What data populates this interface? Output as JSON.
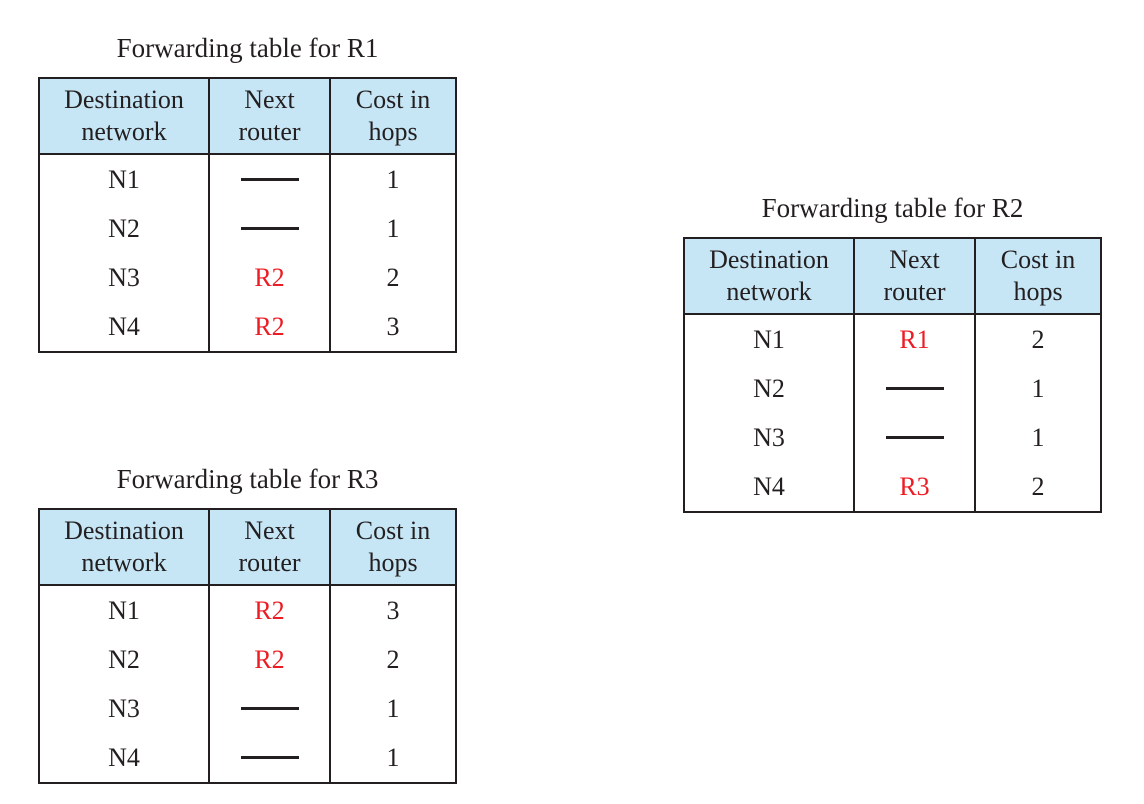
{
  "colors": {
    "header_bg": "#c6e6f5",
    "border": "#231f20",
    "text": "#231f20",
    "highlight": "#ec1c24",
    "page_bg": "#ffffff"
  },
  "tables": [
    {
      "title": "Forwarding table for R1",
      "headers": [
        {
          "line1": "Destination",
          "line2": "network"
        },
        {
          "line1": "Next",
          "line2": "router"
        },
        {
          "line1": "Cost in",
          "line2": "hops"
        }
      ],
      "rows": [
        {
          "destination": "N1",
          "next_router": null,
          "cost_in_hops": "1"
        },
        {
          "destination": "N2",
          "next_router": null,
          "cost_in_hops": "1"
        },
        {
          "destination": "N3",
          "next_router": "R2",
          "cost_in_hops": "2"
        },
        {
          "destination": "N4",
          "next_router": "R2",
          "cost_in_hops": "3"
        }
      ]
    },
    {
      "title": "Forwarding table for R2",
      "headers": [
        {
          "line1": "Destination",
          "line2": "network"
        },
        {
          "line1": "Next",
          "line2": "router"
        },
        {
          "line1": "Cost in",
          "line2": "hops"
        }
      ],
      "rows": [
        {
          "destination": "N1",
          "next_router": "R1",
          "cost_in_hops": "2"
        },
        {
          "destination": "N2",
          "next_router": null,
          "cost_in_hops": "1"
        },
        {
          "destination": "N3",
          "next_router": null,
          "cost_in_hops": "1"
        },
        {
          "destination": "N4",
          "next_router": "R3",
          "cost_in_hops": "2"
        }
      ]
    },
    {
      "title": "Forwarding table for R3",
      "headers": [
        {
          "line1": "Destination",
          "line2": "network"
        },
        {
          "line1": "Next",
          "line2": "router"
        },
        {
          "line1": "Cost in",
          "line2": "hops"
        }
      ],
      "rows": [
        {
          "destination": "N1",
          "next_router": "R2",
          "cost_in_hops": "3"
        },
        {
          "destination": "N2",
          "next_router": "R2",
          "cost_in_hops": "2"
        },
        {
          "destination": "N3",
          "next_router": null,
          "cost_in_hops": "1"
        },
        {
          "destination": "N4",
          "next_router": null,
          "cost_in_hops": "1"
        }
      ]
    }
  ]
}
